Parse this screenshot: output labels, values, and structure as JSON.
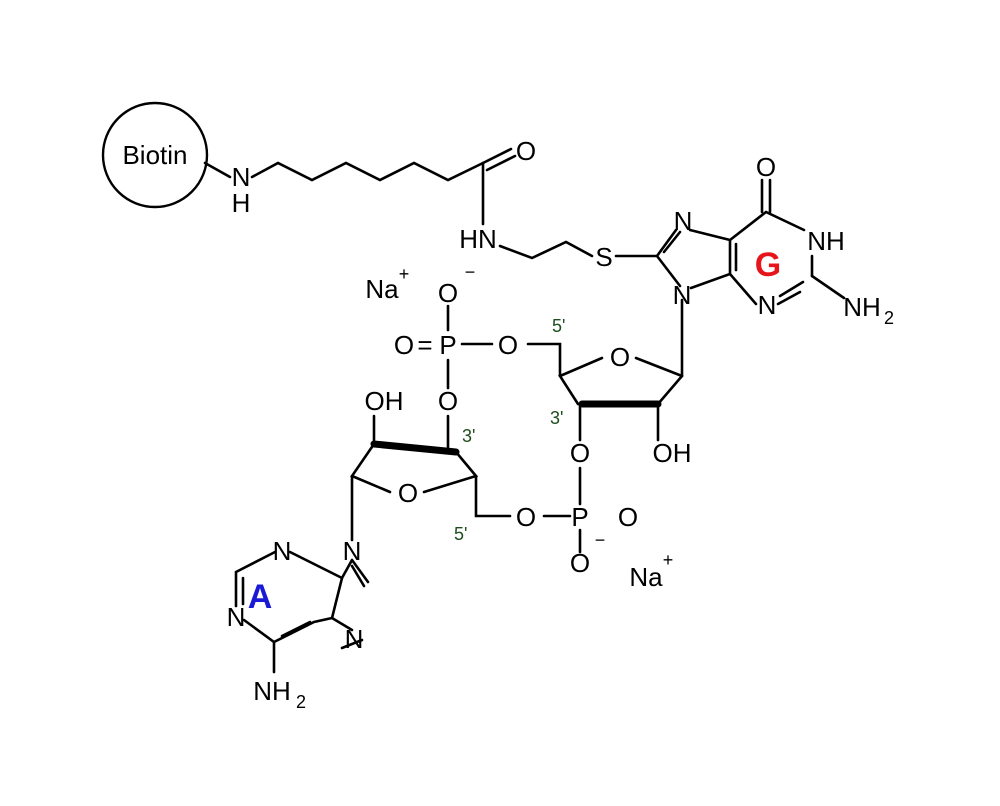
{
  "labels": {
    "biotin": "Biotin",
    "nh_linker_N": "N",
    "nh_linker_H": "H",
    "carbonyl_O": "O",
    "amide_HN": "HN",
    "sulfur": "S",
    "g_carbonyl_O": "O",
    "g_N7": "N",
    "g_NH": "NH",
    "g_N3": "N",
    "g_N9": "N",
    "g_NH2": "NH",
    "g_NH2_sub": "2",
    "na_top": "Na",
    "na_top_charge": "+",
    "na_bottom": "Na",
    "na_bottom_charge": "+",
    "p1_O_minus": "O",
    "p1_minus": "−",
    "p1_O_double": "O",
    "p1_eq": "=",
    "p1_P": "P",
    "p1_O_right": "O",
    "p1_O_below": "O",
    "g_ring_O": "O",
    "g_OH": "OH",
    "g_ester_O": "O",
    "a_OH": "OH",
    "a_ring_O": "O",
    "p2_O_left": "O",
    "p2_P": "P",
    "p2_O_double": "O",
    "p2_O_minus": "O",
    "p2_minus": "−",
    "a_N1": "N",
    "a_N3": "N",
    "a_N9": "N",
    "a_N7": "N",
    "a_NH2": "NH",
    "a_NH2_sub": "2",
    "pos_g5": "5'",
    "pos_g3": "3'",
    "pos_a3": "3'",
    "pos_a5": "5'"
  },
  "bases": {
    "g": {
      "letter": "G",
      "color": "#e8141c"
    },
    "a": {
      "letter": "A",
      "color": "#1a1ad6"
    }
  },
  "colors": {
    "bond": "#000000",
    "position_label": "#1e4d1e"
  }
}
